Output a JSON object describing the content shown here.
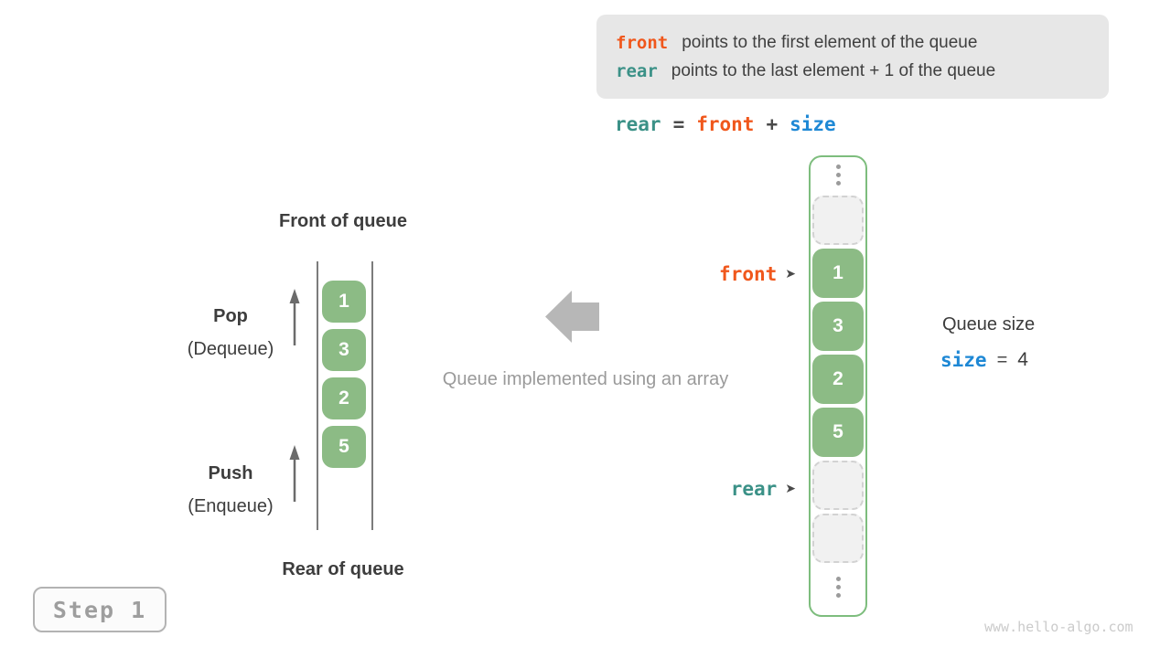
{
  "info_box": {
    "lines": [
      {
        "keyword": "front",
        "description": "points to the first element of the queue"
      },
      {
        "keyword": "rear",
        "description": "points to the last element + 1 of the queue"
      }
    ]
  },
  "formula": {
    "tokens": [
      "rear",
      "=",
      "front",
      "+",
      "size"
    ]
  },
  "left_diagram": {
    "front_label": "Front of queue",
    "rear_label": "Rear of queue",
    "pop_title": "Pop",
    "pop_subtitle": "(Dequeue)",
    "push_title": "Push",
    "push_subtitle": "(Enqueue)"
  },
  "queue": {
    "values": [
      1,
      3,
      2,
      5
    ]
  },
  "center_caption": "Queue implemented using an array",
  "array_diagram": {
    "front_pointer": "front",
    "rear_pointer": "rear",
    "empty_cell_count": 3
  },
  "queue_size": {
    "label": "Queue size",
    "variable": "size",
    "equals": "=",
    "value": 4
  },
  "step_label": "Step 1",
  "watermark": "www.hello-algo.com",
  "colors": {
    "front_accent": "#f0571c",
    "rear_accent": "#3b9187",
    "size_accent": "#1e88d5",
    "cell_green": "#8cbb85",
    "array_border_green": "#7dbd7d",
    "info_box_bg": "#e7e7e7",
    "muted_gray": "#9a9a9a"
  }
}
